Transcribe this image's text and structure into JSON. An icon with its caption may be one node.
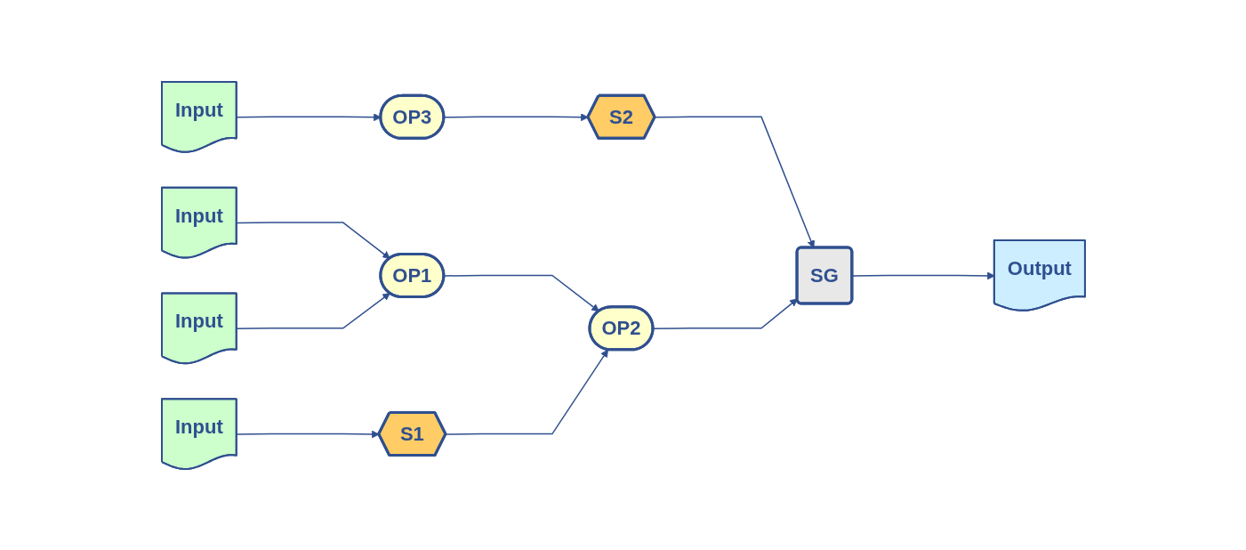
{
  "diagram": {
    "nodes": [
      {
        "text": [
          "Input"
        ]
      },
      {
        "text": [
          "OP3"
        ]
      },
      {
        "text": [
          "S2"
        ]
      },
      {
        "text": [
          "Input"
        ]
      },
      {
        "text": [
          "SG"
        ]
      },
      {
        "text": [
          "Output"
        ]
      },
      {
        "text": [
          "OP1"
        ]
      },
      {
        "text": [
          "Input"
        ]
      },
      {
        "text": [
          "OP2"
        ]
      },
      {
        "text": [
          "Input"
        ]
      },
      {
        "text": [
          "S1"
        ]
      }
    ],
    "edges": [
      {
        "from": 0,
        "to": 1,
        "arrow": "to"
      },
      {
        "from": 1,
        "to": 2,
        "arrow": "to"
      },
      {
        "from": 2,
        "to": 4,
        "arrow": "to"
      },
      {
        "from": 3,
        "to": 6,
        "arrow": "to"
      },
      {
        "from": 7,
        "to": 6,
        "arrow": "to"
      },
      {
        "from": 6,
        "to": 8,
        "arrow": "to"
      },
      {
        "from": 9,
        "to": 10,
        "arrow": "to"
      },
      {
        "from": 10,
        "to": 8,
        "arrow": "to"
      },
      {
        "from": 8,
        "to": 4,
        "arrow": "to"
      },
      {
        "from": 4,
        "to": 5,
        "arrow": "to"
      }
    ]
  }
}
